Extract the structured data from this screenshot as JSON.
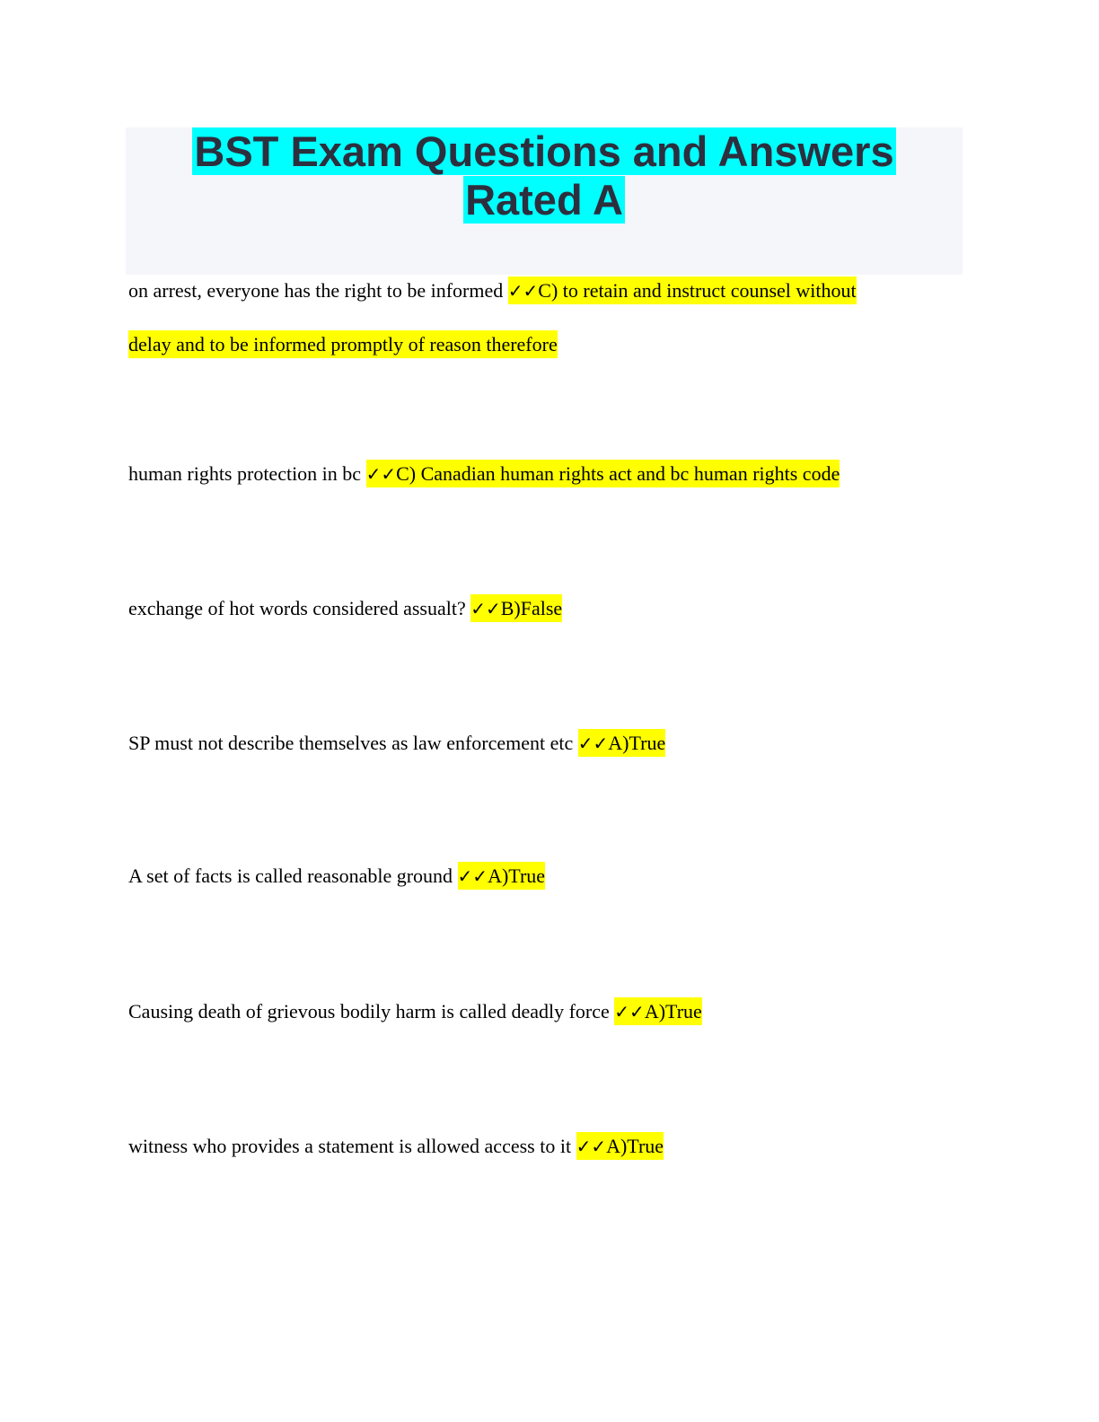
{
  "title": {
    "line1": "BST Exam Questions and Answers",
    "line2": "Rated A"
  },
  "check_mark": "✓✓",
  "items": [
    {
      "question": "on arrest, everyone has the right to be informed",
      "answer_line1": "C) to retain and instruct counsel without",
      "answer_line2": "delay and to be informed promptly of reason therefore"
    },
    {
      "question": "human rights protection in bc",
      "answer": "C) Canadian human rights act and bc human rights code"
    },
    {
      "question": "exchange of hot words considered assualt?",
      "answer": "B)False"
    },
    {
      "question": "SP must not describe themselves as law enforcement etc",
      "answer": "A)True"
    },
    {
      "question": "A set of facts is called reasonable ground",
      "answer": "A)True"
    },
    {
      "question": "Causing death of grievous bodily harm is called deadly force",
      "answer": "A)True"
    },
    {
      "question": "witness who provides a statement is allowed access to it",
      "answer": "A)True"
    }
  ],
  "colors": {
    "title_highlight": "#00ffff",
    "answer_highlight": "#ffff00",
    "title_text": "#2d2f3e"
  }
}
